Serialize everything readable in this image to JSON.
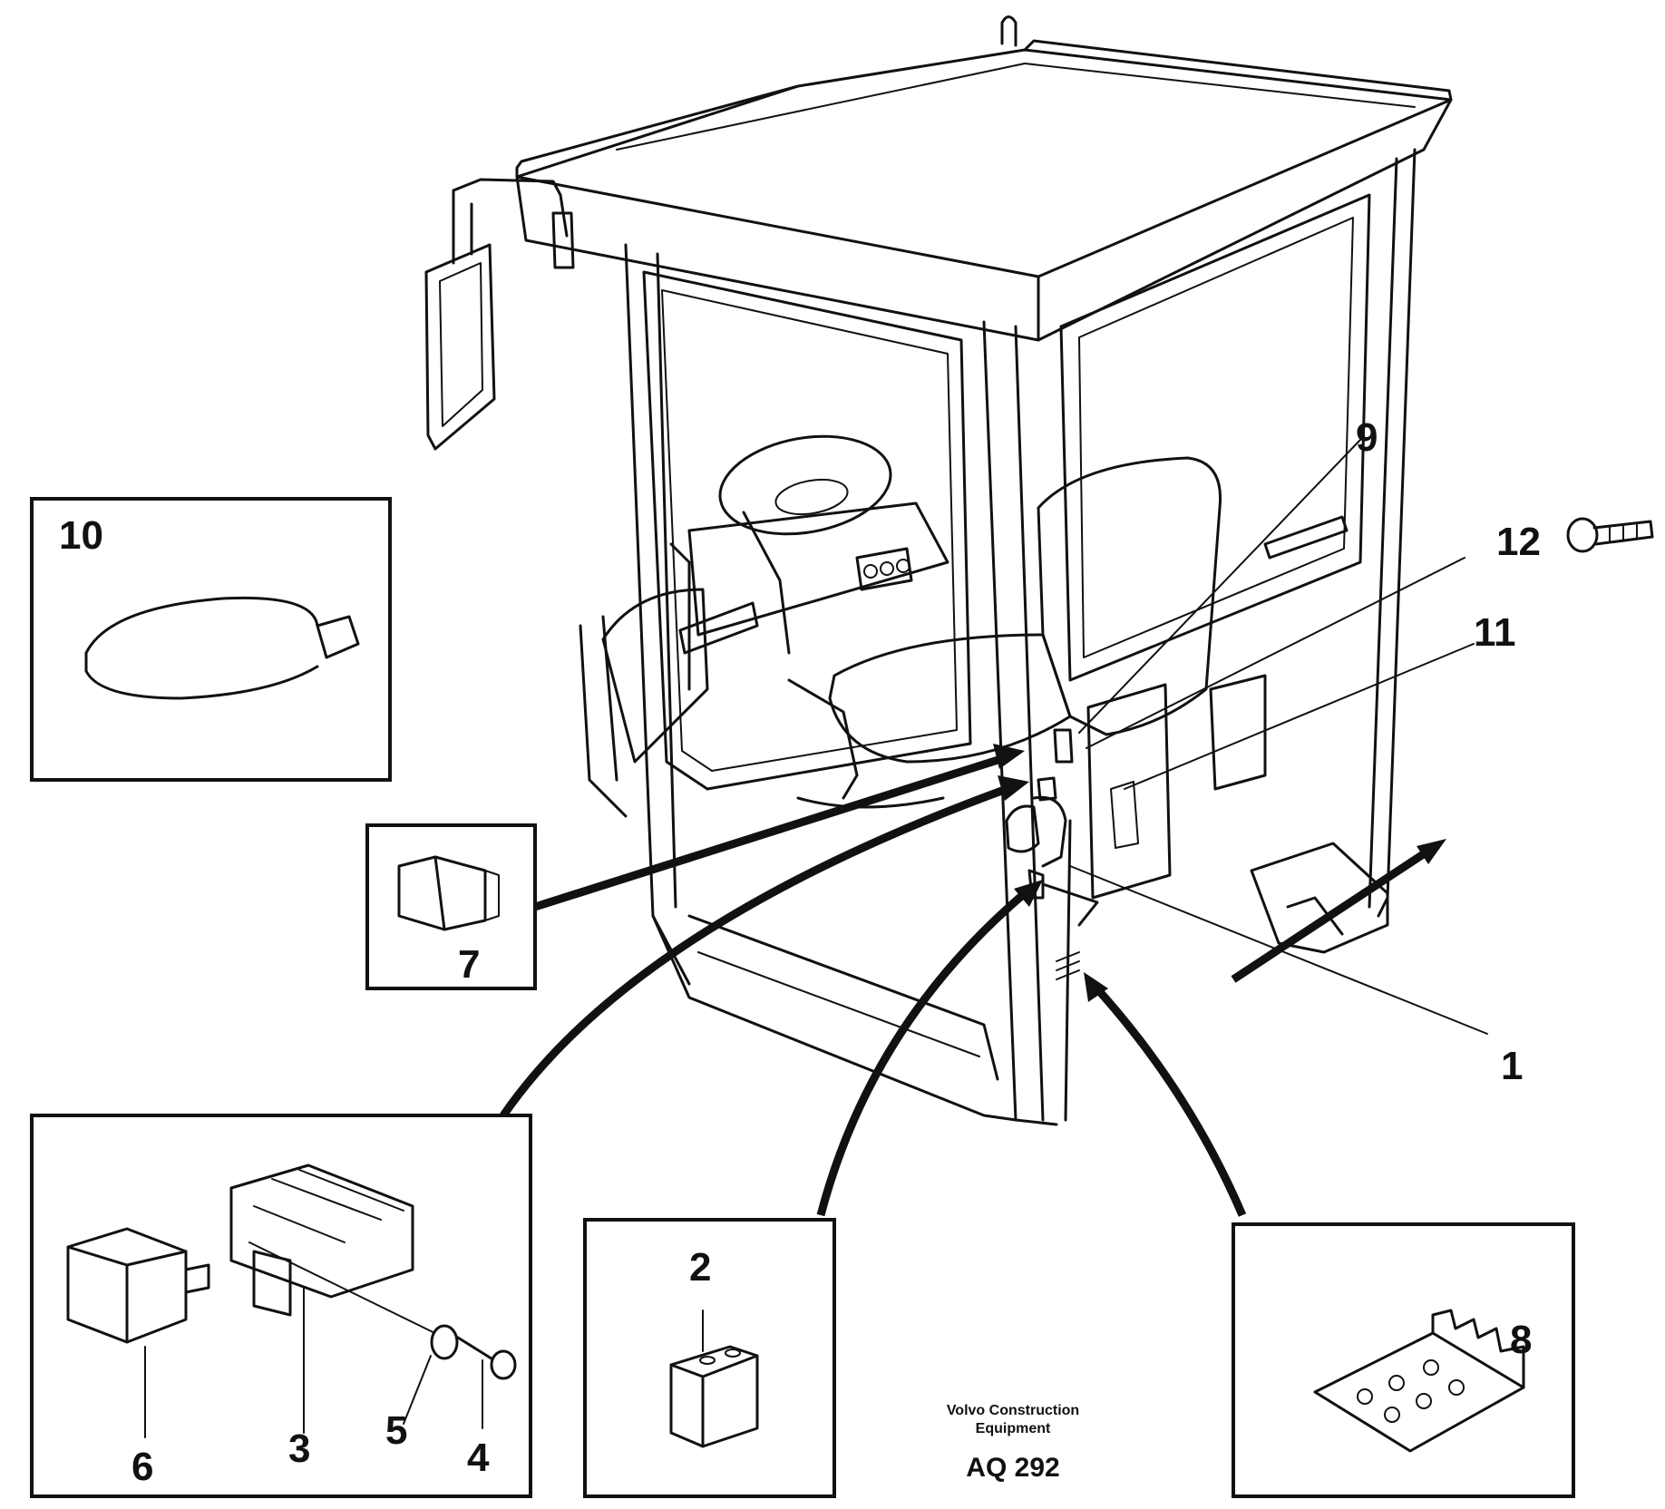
{
  "callouts": {
    "c1": "1",
    "c2": "2",
    "c3": "3",
    "c4": "4",
    "c5": "5",
    "c6": "6",
    "c7": "7",
    "c8": "8",
    "c9": "9",
    "c10": "10",
    "c11": "11",
    "c12": "12"
  },
  "caption": {
    "line1": "Volvo Construction",
    "line2": "Equipment",
    "code": "AQ 292"
  }
}
